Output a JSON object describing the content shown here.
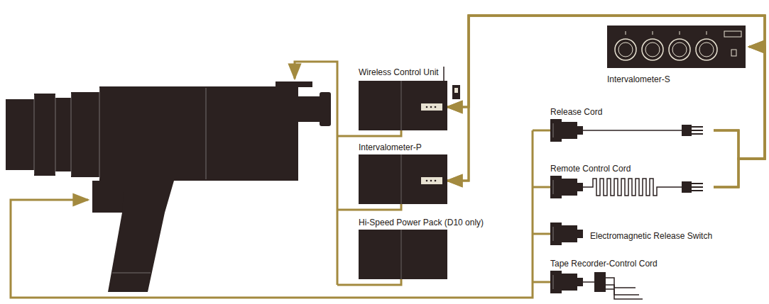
{
  "diagram": {
    "nodes": [
      {
        "text": [
          "Wireless Control Unit"
        ]
      },
      {
        "text": [
          "Intervalometer-P"
        ]
      },
      {
        "text": [
          "Hi-Speed Power Pack (D10 only)"
        ]
      },
      {
        "text": [
          "Intervalometer-S"
        ]
      },
      {
        "text": [
          "Release Cord"
        ]
      },
      {
        "text": [
          "Remote Control Cord"
        ]
      },
      {
        "text": [
          "Electromagnetic Release Switch"
        ]
      },
      {
        "text": [
          "Tape Recorder-Control Cord"
        ]
      }
    ],
    "edges": [
      {
        "from": 4,
        "to": 3,
        "arrow": "to"
      },
      {
        "from": 4,
        "to": 0,
        "arrow": "to"
      },
      {
        "from": 4,
        "to": 1,
        "arrow": "to"
      },
      {
        "from": 5,
        "to": 3,
        "arrow": "to"
      },
      {
        "from": 5,
        "to": 0,
        "arrow": "to"
      },
      {
        "from": 5,
        "to": 1,
        "arrow": "to"
      }
    ]
  }
}
